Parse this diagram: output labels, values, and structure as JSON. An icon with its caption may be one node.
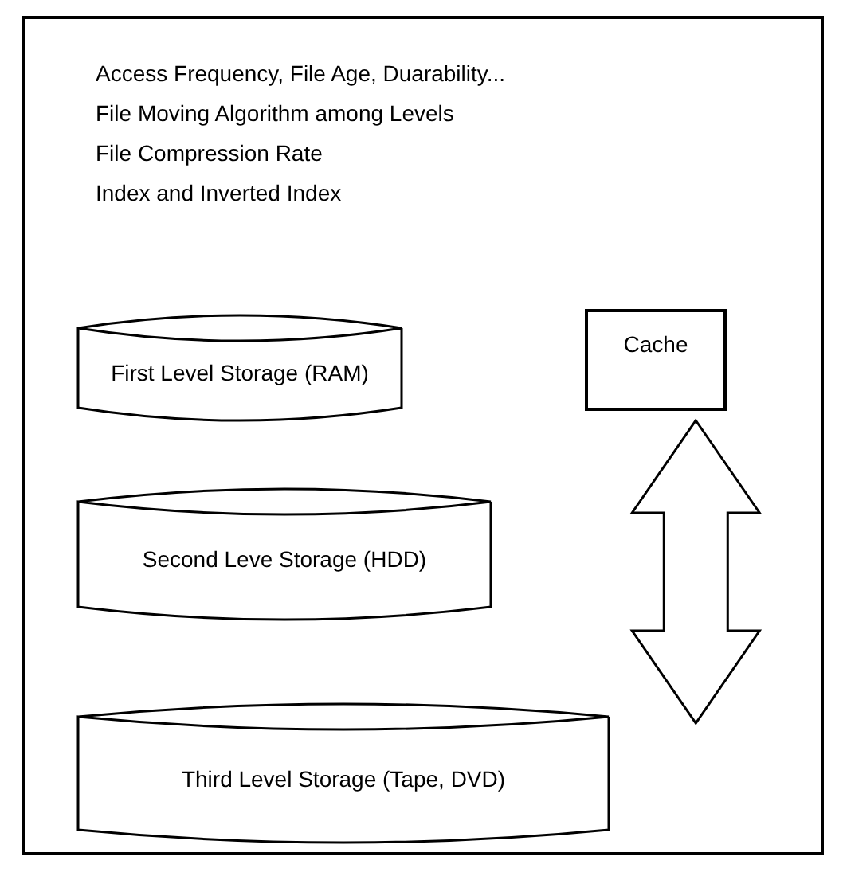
{
  "diagram": {
    "nodes": [
      {
        "text": [
          "Access Frequency, File Age, Duarability...",
          "File Moving Algorithm among Levels",
          "File Compression Rate",
          "Index and Inverted Index"
        ]
      },
      {
        "text": [
          "First Level Storage (RAM)"
        ],
        "in": 0
      },
      {
        "text": [
          "Cache"
        ],
        "in": 0
      },
      {
        "text": [
          "Second Leve Storage (HDD)"
        ],
        "in": 0
      },
      {
        "text": [
          "Third Level Storage (Tape, DVD)"
        ],
        "in": 0
      }
    ],
    "edges": [
      {
        "from": 2,
        "to": 4,
        "arrow": "both",
        "style": "thick"
      }
    ]
  }
}
